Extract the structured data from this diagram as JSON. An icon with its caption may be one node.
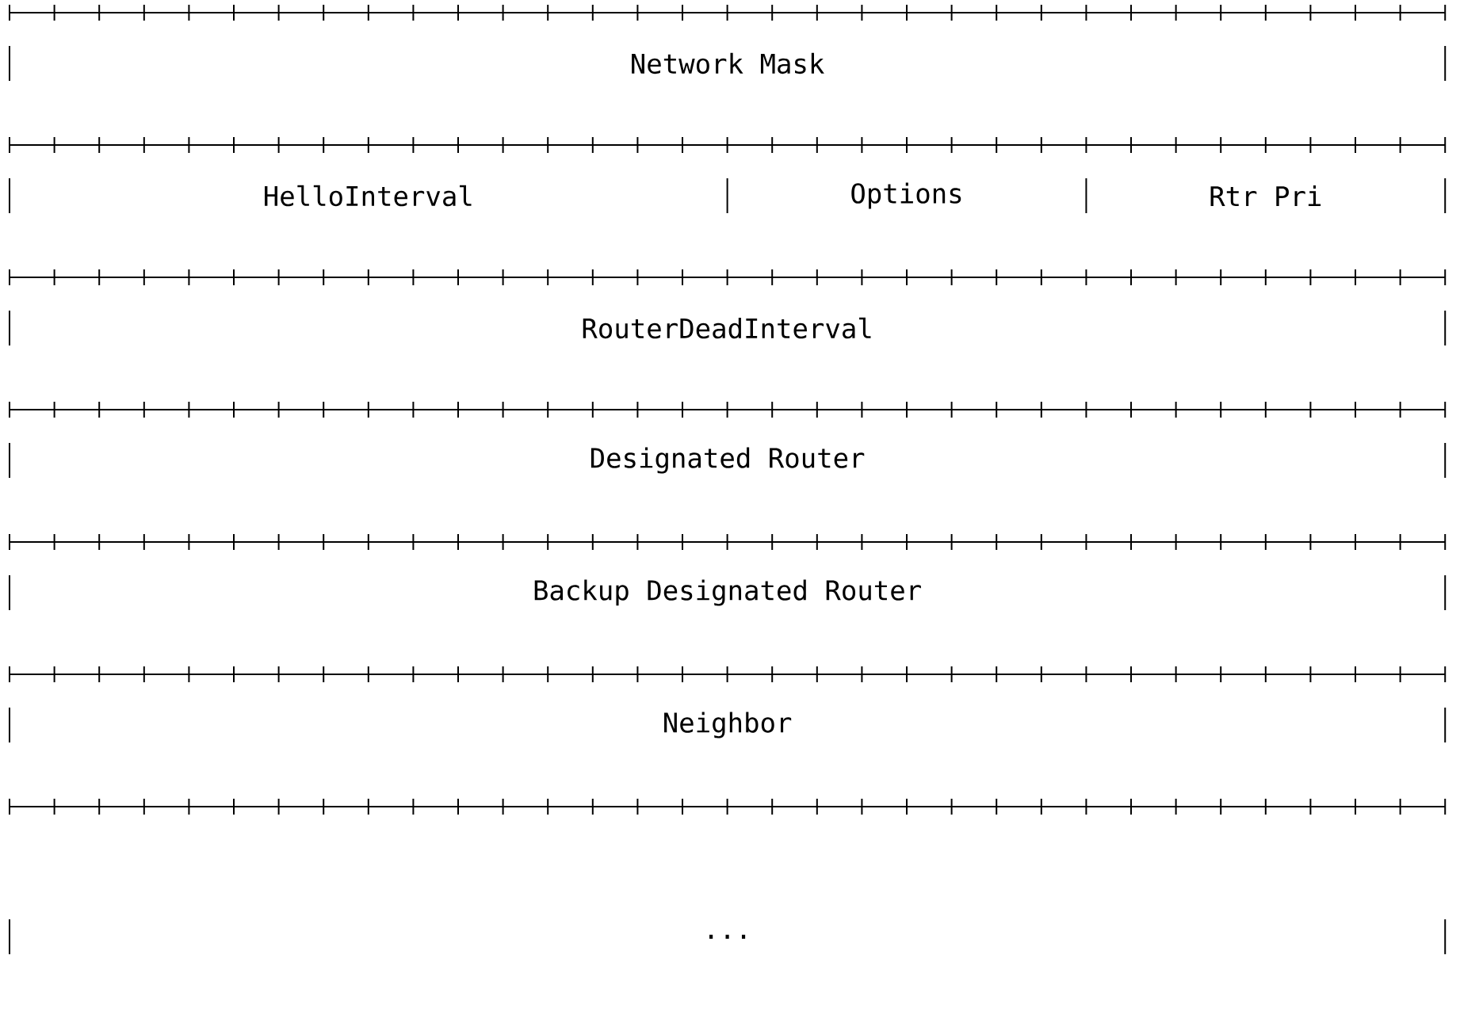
{
  "diagram": {
    "nodes": [
      {
        "text": [
          "Network Mask"
        ]
      },
      {
        "text": [
          "HelloInterval"
        ]
      },
      {
        "text": [
          "Options"
        ]
      },
      {
        "text": [
          "Rtr Pri"
        ]
      },
      {
        "text": [
          "RouterDeadInterval"
        ]
      },
      {
        "text": [
          "Designated Router"
        ]
      },
      {
        "text": [
          "Backup Designated Router"
        ]
      },
      {
        "text": [
          "Neighbor"
        ]
      },
      {
        "text": [
          "..."
        ]
      }
    ]
  }
}
